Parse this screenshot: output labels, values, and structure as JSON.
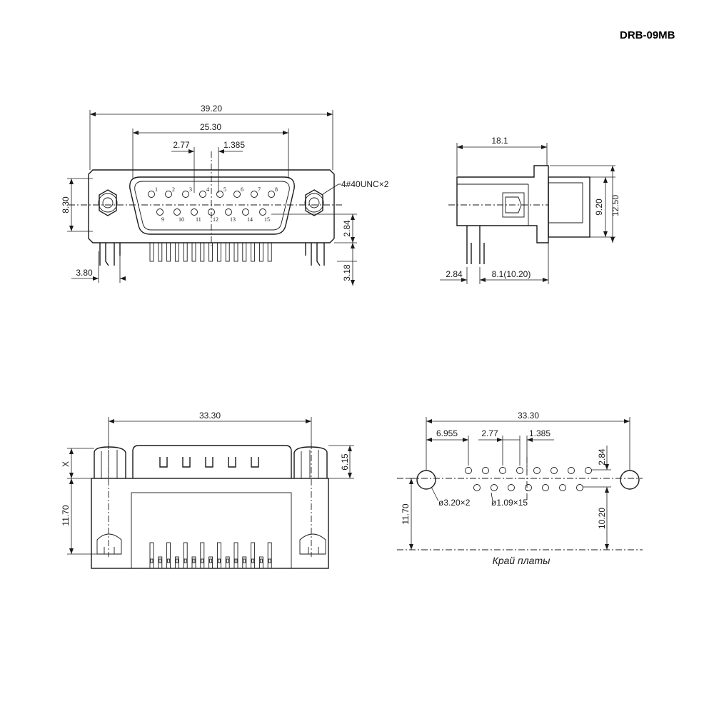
{
  "title": "DRB-09MB",
  "front_view": {
    "dims": {
      "overall_width": "39.20",
      "shell_width": "25.30",
      "pitch": "2.77",
      "offset": "1.385",
      "height": "8.30",
      "row_spacing": "2.84",
      "bracket_offset": "3.80",
      "pin_length": "3.18"
    },
    "thread_note": "4#40UNC×2",
    "pins_top": [
      "1",
      "2",
      "3",
      "4",
      "5",
      "6",
      "7",
      "8"
    ],
    "pins_bottom": [
      "9",
      "10",
      "11",
      "12",
      "13",
      "14",
      "15"
    ]
  },
  "side_view": {
    "dims": {
      "depth": "18.1",
      "height_a": "9.20",
      "height_b": "12.50",
      "pin_offset": "2.84",
      "length": "8.1(10.20)"
    }
  },
  "bottom_view": {
    "dims": {
      "width": "33.30",
      "x_label": "X",
      "depth": "6.15",
      "height": "11.70"
    }
  },
  "pcb_layout": {
    "dims": {
      "width": "33.30",
      "edge_offset": "6.955",
      "pitch": "2.77",
      "offset": "1.385",
      "row_spacing": "2.84",
      "mount_hole": "ø3.20×2",
      "pin_hole": "ø1.09×15",
      "height": "11.70",
      "edge_distance": "10.20"
    },
    "board_edge_label": "Край платы"
  }
}
